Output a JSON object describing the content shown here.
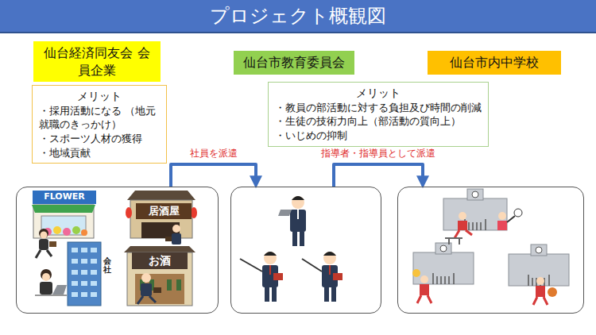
{
  "diagram": {
    "title": "プロジェクト概観図",
    "nodes": [
      {
        "text": [
          "仙台経済同友会 会員企業"
        ]
      },
      {
        "text": [
          "メリット",
          "・採用活動になる （地元就職のきっかけ）",
          "・スポーツ人材の獲得",
          "・地域貢献"
        ]
      },
      {
        "text": [
          "仙台市教育委員会"
        ]
      },
      {
        "text": [
          "メリット",
          "・教員の部活動に対する負担及び時間の削減",
          "・生徒の技術力向上（部活動の質向上）",
          "・いじめの抑制"
        ]
      },
      {
        "text": [
          "仙台市内中学校"
        ]
      },
      {
        "text": [
          "FLOWER",
          "居酒屋",
          "お酒",
          "会社"
        ]
      },
      {
        "text": []
      },
      {
        "text": []
      }
    ],
    "edges": [
      {
        "from": 5,
        "to": 6,
        "label": "社員を派遣",
        "arrow": "to"
      },
      {
        "from": 6,
        "to": 7,
        "label": "指導者・指導員として派遣",
        "arrow": "to"
      }
    ]
  }
}
